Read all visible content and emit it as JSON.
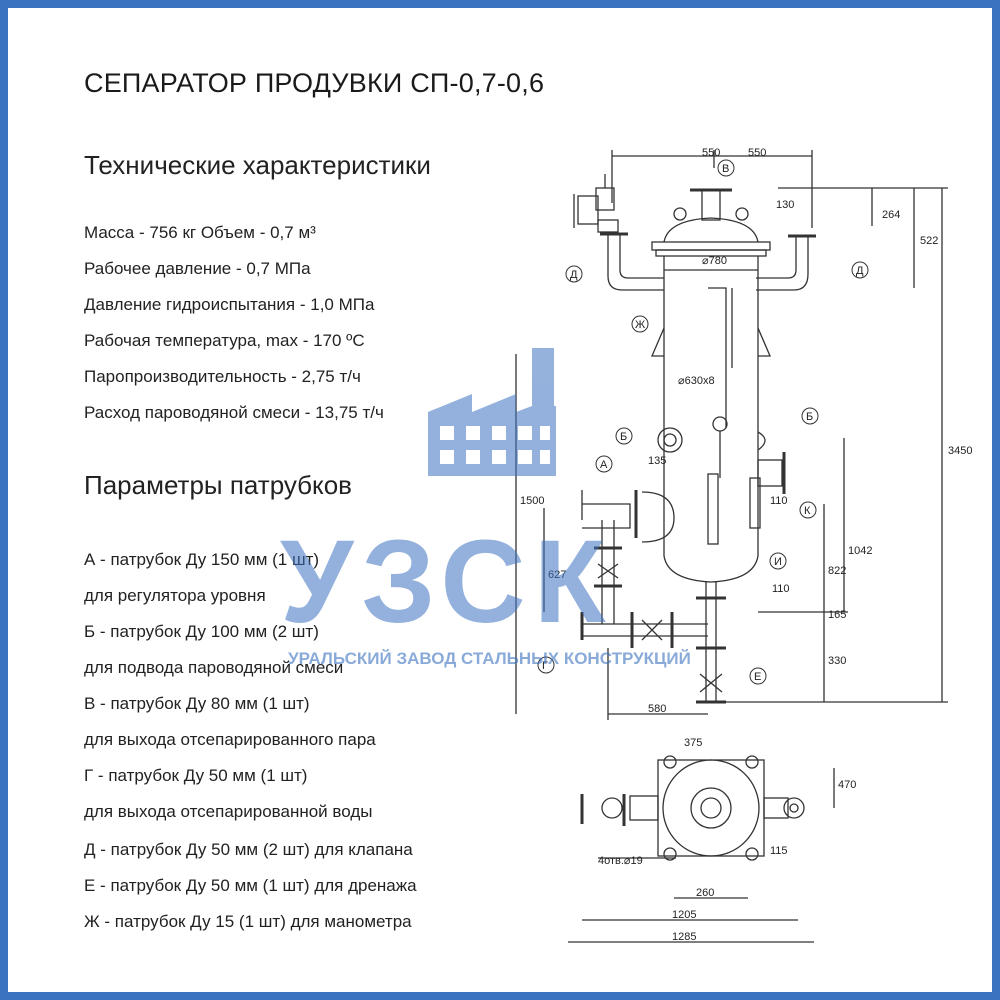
{
  "title": "СЕПАРАТОР ПРОДУВКИ СП-0,7-0,6",
  "tech_heading": "Технические характеристики",
  "specs": {
    "mass_volume": "Масса - 756 кг    Объем - 0,7 м³",
    "pressure": "Рабочее давление - 0,7 МПа",
    "test_pressure": "Давление гидроиспытания - 1,0 МПа",
    "temperature": "Рабочая температура, max - 170 ºС",
    "capacity": "Паропроизводительность - 2,75 т/ч",
    "flow": "Расход пароводяной смеси - 13,75 т/ч"
  },
  "nozzles_heading": "Параметры патрубков",
  "nozzles": [
    "А - патрубок Ду 150 мм (1 шт)",
    "для регулятора уровня",
    "Б - патрубок Ду 100 мм (2 шт)",
    "для подвода пароводяной смеси",
    "В - патрубок Ду 80 мм (1 шт)",
    "для выхода отсепарированного пара",
    "Г - патрубок Ду 50 мм (1 шт)",
    "для выхода отсепарированной воды",
    "Д - патрубок Ду 50 мм (2 шт) для клапана",
    "Е - патрубок Ду 50 мм (1 шт) для дренажа",
    "Ж - патрубок Ду 15 (1 шт) для манометра"
  ],
  "watermark": {
    "letters": "УЗСК",
    "subtitle": "УРАЛЬСКИЙ ЗАВОД СТАЛЬНЫХ КОНСТРУКЦИЙ",
    "color": "#3c73c0"
  },
  "drawing": {
    "dims": {
      "d550a": "550",
      "d550b": "550",
      "d130": "130",
      "d264": "264",
      "d522": "522",
      "d780": "⌀780",
      "d630": "⌀630х8",
      "d3450": "3450",
      "d1500": "1500",
      "d135": "135",
      "d110a": "110",
      "d627": "627",
      "d822": "822",
      "d1042": "1042",
      "d110b": "110",
      "d165": "165",
      "d330": "330",
      "d580": "580",
      "d375": "375",
      "d470": "470",
      "d115": "115",
      "holes": "4отв.⌀19",
      "d260": "260",
      "d1205": "1205",
      "d1285": "1285"
    },
    "labels": {
      "V": "В",
      "D1": "Д",
      "D2": "Д",
      "Zh": "Ж",
      "B1": "Б",
      "B2": "Б",
      "A": "А",
      "K": "К",
      "I": "И",
      "G": "Г",
      "E": "Е"
    }
  },
  "colors": {
    "border": "#3c73c0",
    "line": "#333333"
  }
}
